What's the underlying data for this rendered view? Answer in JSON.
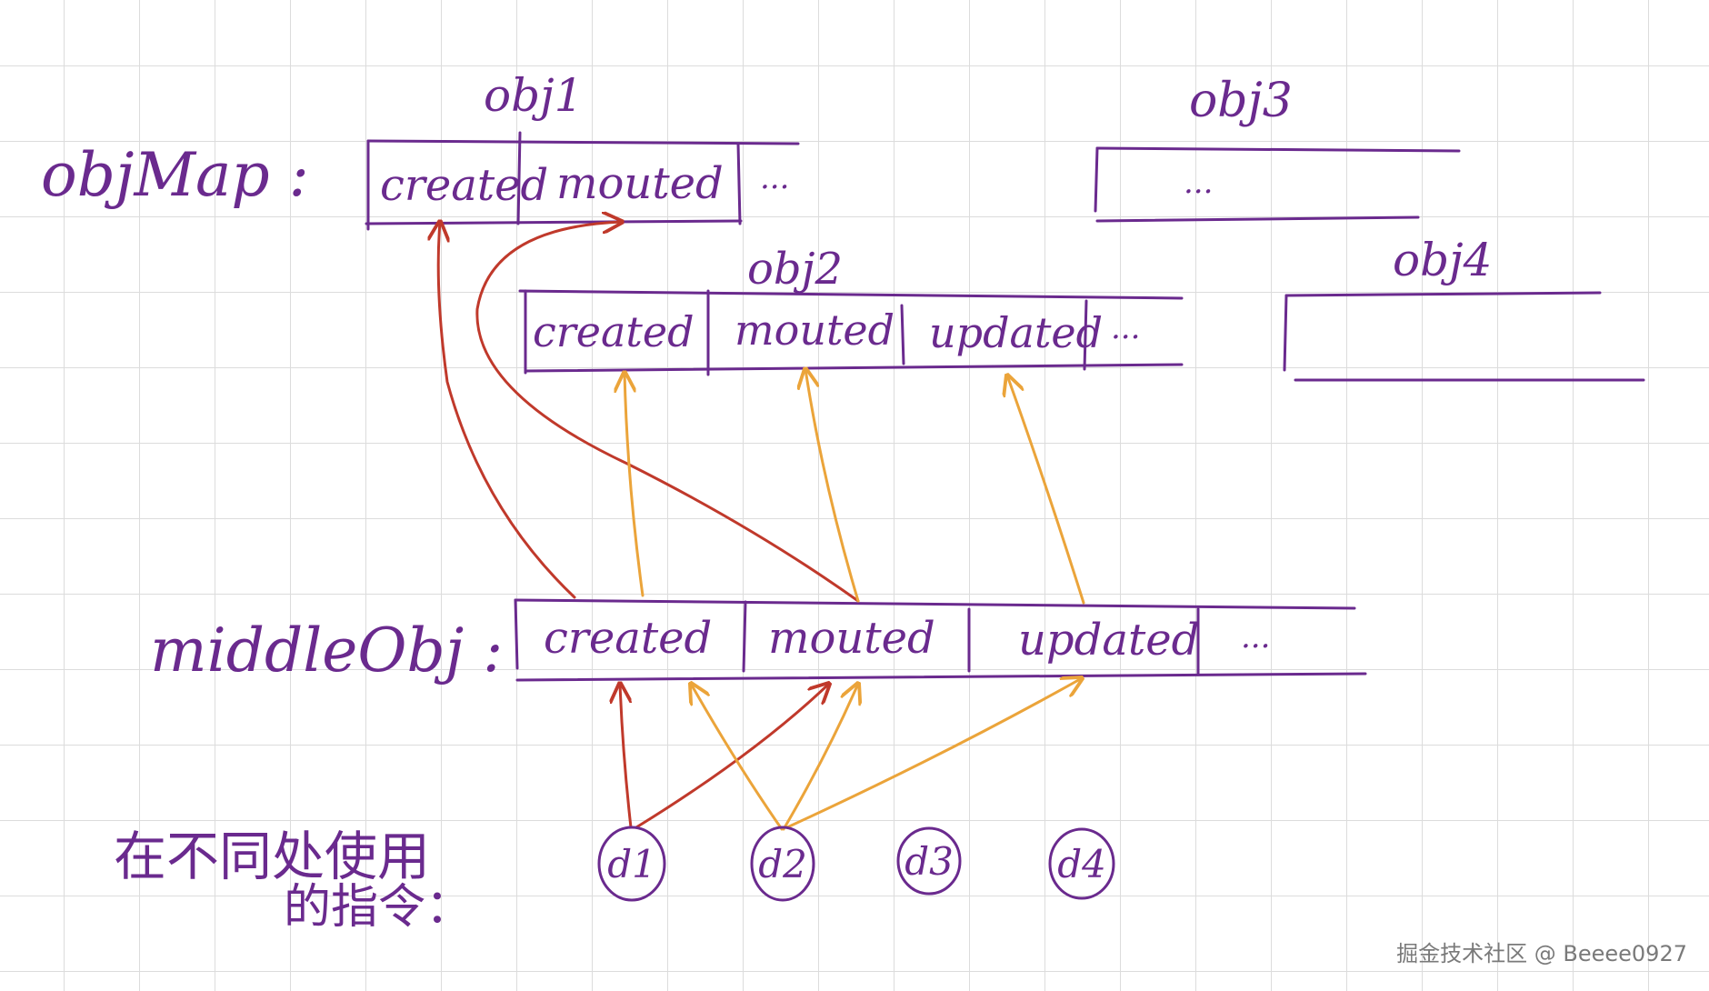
{
  "colors": {
    "ink": "#6a2a8e",
    "red_arrow": "#c0392b",
    "orange_arrow": "#eba43a",
    "grid": "#dcdcdc"
  },
  "labels": {
    "objmap": "objMap :",
    "middleobj": "middleObj :",
    "directives_line1": "在不同处使用",
    "directives_line2": "的指令："
  },
  "objects": {
    "obj1": {
      "title": "obj1",
      "cells": [
        "created",
        "mouted",
        "..."
      ]
    },
    "obj2": {
      "title": "obj2",
      "cells": [
        "created",
        "mouted",
        "updated",
        "..."
      ]
    },
    "obj3": {
      "title": "obj3",
      "cells": [
        "..."
      ]
    },
    "obj4": {
      "title": "obj4",
      "cells": []
    },
    "middle": {
      "cells": [
        "created",
        "mouted",
        "updated",
        "..."
      ]
    }
  },
  "directives": [
    "d1",
    "d2",
    "d3",
    "d4"
  ],
  "watermark": "掘金技术社区 @ Beeee0927"
}
